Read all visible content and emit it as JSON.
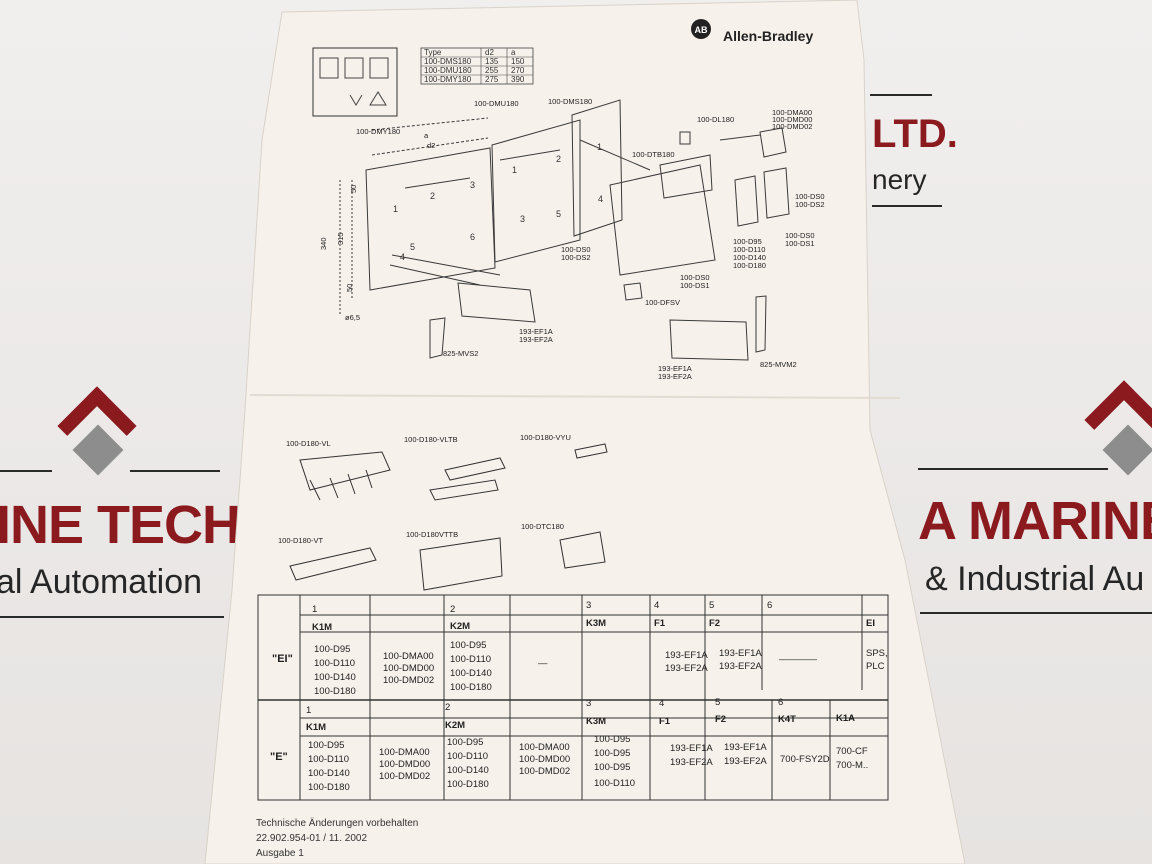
{
  "background": {
    "left": {
      "line1": "INE TECH",
      "line2": "al Automation"
    },
    "right": {
      "line1": "A MARINE",
      "line2": "& Industrial Au",
      "top1": "LTD.",
      "top2": "nery"
    },
    "brand_red": "#8b1a1f",
    "ink": "#262626"
  },
  "brand": {
    "logo_text": "AB",
    "name": "Allen-Bradley"
  },
  "type_table": {
    "headers": [
      "Type",
      "d2",
      "a"
    ],
    "rows": [
      [
        "100-DMS180",
        "135",
        "150"
      ],
      [
        "100-DMU180",
        "255",
        "270"
      ],
      [
        "100-DMY180",
        "275",
        "390"
      ]
    ]
  },
  "diagram_labels": {
    "dms180": "100-DMS180",
    "dmu180": "100-DMU180",
    "dmy180": "100-DMY180",
    "dl180": "100-DL180",
    "dtb180": "100-DTB180",
    "dma": [
      "100-DMA00",
      "100-DMD00",
      "100-DMD02"
    ],
    "ds_a": [
      "100-DS0",
      "100-DS2"
    ],
    "ds_b": [
      "100-DS0",
      "100-DS1"
    ],
    "ds_c": [
      "100-DS0",
      "100-DS2"
    ],
    "ds_d": [
      "100-DS0",
      "100-DS1"
    ],
    "d_list": [
      "100-D95",
      "100-D110",
      "100-D140",
      "100-D180"
    ],
    "dfsv": "100-DFSV",
    "ef_a": [
      "193-EF1A",
      "193-EF2A"
    ],
    "ef_b": [
      "193-EF1A",
      "193-EF2A"
    ],
    "mvs2": "825-MVS2",
    "mvm2": "825-MVM2",
    "dim_340": "340",
    "dim_315": "315",
    "dim_50a": "50",
    "dim_50b": "50",
    "dim_phi": "ø6,5",
    "dim_a": "a",
    "dim_d2": "d2"
  },
  "accessories": {
    "vl": "100-D180-VL",
    "vltb": "100-D180-VLTB",
    "vyu": "100-D180-VYU",
    "vt": "100-D180-VT",
    "vttb": "100-D180VTTB",
    "dtc": "100-DTC180"
  },
  "table": {
    "ei": {
      "label": "\"EI\"",
      "cols": [
        "1",
        "2",
        "3",
        "4",
        "5",
        "6"
      ],
      "k1m": "K1M",
      "k2m": "K2M",
      "k3m": "K3M",
      "f1": "F1",
      "f2": "F2",
      "ei": "EI",
      "k1m_list": [
        "100-D95",
        "100-D110",
        "100-D140",
        "100-D180"
      ],
      "aux": [
        "100-DMA00",
        "100-DMD00",
        "100-DMD02"
      ],
      "k2m_list": [
        "100-D95",
        "100-D110",
        "100-D140",
        "100-D180"
      ],
      "dash": "—",
      "f1_list": [
        "193-EF1A",
        "193-EF2A"
      ],
      "f2_list": [
        "193-EF1A",
        "193-EF2A"
      ],
      "col6": "————",
      "sps": [
        "SPS,",
        "PLC"
      ]
    },
    "e": {
      "label": "\"E\"",
      "cols": [
        "1",
        "2",
        "3",
        "4",
        "5",
        "6"
      ],
      "k1m": "K1M",
      "k2m": "K2M",
      "k3m": "K3M",
      "f1": "F1",
      "f2": "F2",
      "k4t": "K4T",
      "k1a": "K1A",
      "k1m_list": [
        "100-D95",
        "100-D110",
        "100-D140",
        "100-D180"
      ],
      "aux1": [
        "100-DMA00",
        "100-DMD00",
        "100-DMD02"
      ],
      "k2m_list": [
        "100-D95",
        "100-D110",
        "100-D140",
        "100-D180"
      ],
      "aux2": [
        "100-DMA00",
        "100-DMD00",
        "100-DMD02"
      ],
      "k3m_list": [
        "100-D95",
        "100-D95",
        "100-D95",
        "100-D110"
      ],
      "f1_list": [
        "193-EF1A",
        "193-EF2A"
      ],
      "f2_list": [
        "193-EF1A",
        "193-EF2A"
      ],
      "k4t_val": "700-FSY2D",
      "k1a_list": [
        "700-CF",
        "700-M.."
      ]
    }
  },
  "footer": {
    "line1": "Technische Änderungen vorbehalten",
    "line2": "22.902.954-01 / 11. 2002",
    "line3": "Ausgabe 1"
  }
}
